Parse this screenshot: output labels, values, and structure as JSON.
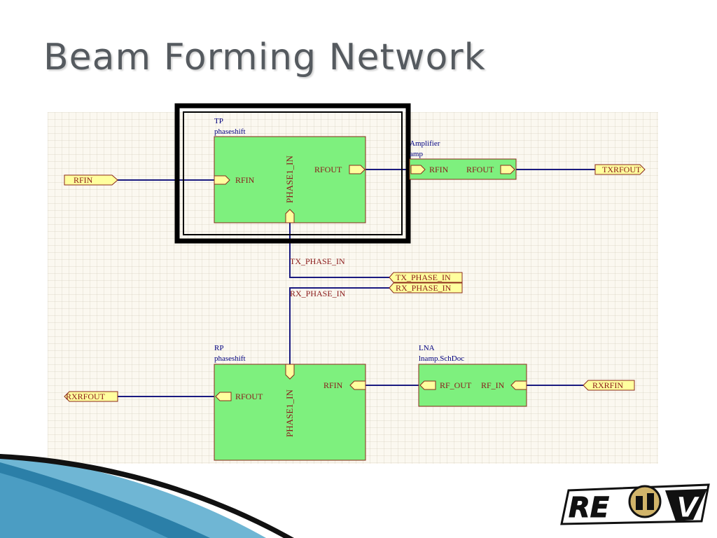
{
  "slide": {
    "title": "Beam Forming Network"
  },
  "diagram": {
    "blocks": {
      "tp": {
        "name": "TP",
        "file": "phaseshift",
        "in_port": "RFIN",
        "out_port": "RFOUT",
        "phase_port": "PHASE1_IN"
      },
      "amp": {
        "name": "Amplifier",
        "file": "amp",
        "in_port": "RFIN",
        "out_port": "RFOUT"
      },
      "rp": {
        "name": "RP",
        "file": "phaseshift",
        "in_port": "RFIN",
        "out_port": "RFOUT",
        "phase_port": "PHASE1_IN"
      },
      "lna": {
        "name": "LNA",
        "file": "lnamp.SchDoc",
        "out_port": "RF_OUT",
        "in_port": "RF_IN"
      }
    },
    "ports": {
      "rfin": "RFIN",
      "txrfout": "TXRFOUT",
      "rxrfout": "RXRFOUT",
      "rxrfin": "RXRFIN",
      "tx_phase_in": "TX_PHASE_IN",
      "rx_phase_in": "RX_PHASE_IN"
    },
    "net_labels": {
      "tx_phase_in": "TX_PHASE_IN",
      "rx_phase_in": "RX_PHASE_IN"
    },
    "colors": {
      "block_fill": "#7ef07e",
      "port_fill": "#ffff9e",
      "wire": "#1a1a80",
      "highlight": "#000000"
    }
  },
  "logo": {
    "text": "RE",
    "text2": "V"
  }
}
